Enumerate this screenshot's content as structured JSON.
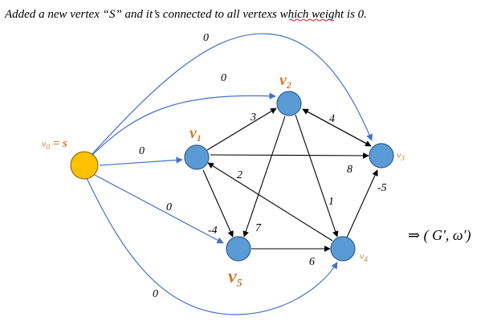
{
  "caption": {
    "prefix": "Added a new vertex  “S” and it’s connected to  all ",
    "misspelled": "vertexs",
    "suffix": "  which weight  is  0."
  },
  "vertices": {
    "s": {
      "label_main": "v",
      "label_sub": "0",
      "label_rest": " = s",
      "color": "#FFC000"
    },
    "v1": {
      "label_main": "v",
      "label_sub": "1",
      "color": "#4F8FD8"
    },
    "v2": {
      "label_main": "v",
      "label_sub": "2",
      "color": "#4F8FD8"
    },
    "v3": {
      "label_main": "v",
      "label_sub": "3",
      "color": "#4F8FD8"
    },
    "v4": {
      "label_main": "v",
      "label_sub": "4",
      "color": "#4F8FD8"
    },
    "v5": {
      "label_main": "v",
      "label_sub": "5",
      "color": "#4F8FD8"
    }
  },
  "edge_weights": {
    "s_v3": "0",
    "s_v2": "0",
    "s_v1": "0",
    "s_v5": "0",
    "s_v4": "0",
    "v1_v2": "3",
    "v3_v2": "4",
    "v1_v3": "8",
    "v4_v1": "2",
    "v2_v4": "1",
    "v4_v3": "-5",
    "v1_v5": "-4",
    "v2_v5": "7",
    "v5_v4": "6"
  },
  "result_label": "⇒ ( G', ω')",
  "colors": {
    "source_edges": "#4472C4",
    "graph_edges": "#000000",
    "vertex_label": "#D07A2A"
  }
}
